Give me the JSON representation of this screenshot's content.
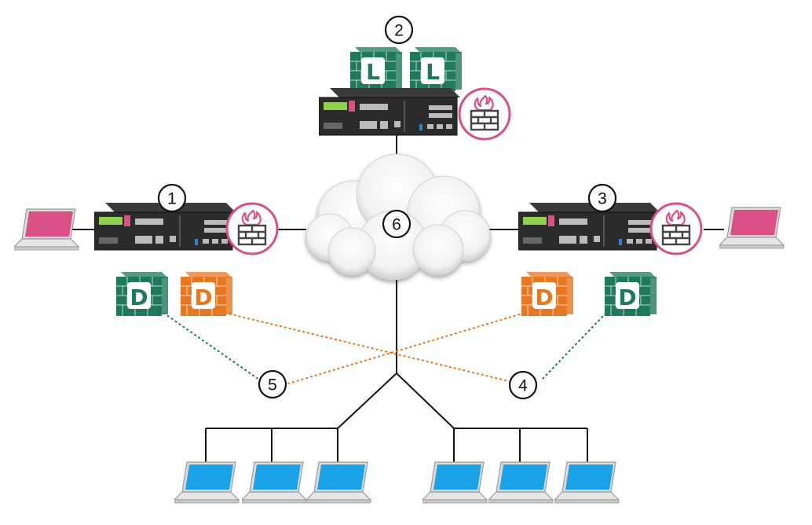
{
  "diagram": {
    "callouts": [
      {
        "id": "c1",
        "label": "1"
      },
      {
        "id": "c2",
        "label": "2"
      },
      {
        "id": "c3",
        "label": "3"
      },
      {
        "id": "c4",
        "label": "4"
      },
      {
        "id": "c5",
        "label": "5"
      },
      {
        "id": "c6",
        "label": "6"
      }
    ],
    "log_servers": [
      {
        "letter": "L"
      },
      {
        "letter": "L"
      }
    ],
    "domain_servers": [
      {
        "letter": "D",
        "color": "#1f7a5a"
      },
      {
        "letter": "D",
        "color": "#e87722"
      },
      {
        "letter": "D",
        "color": "#e87722"
      },
      {
        "letter": "D",
        "color": "#1f7a5a"
      }
    ],
    "colors": {
      "domain_green": "#1f7a5a",
      "domain_orange": "#e87722",
      "firewall_pink": "#d94f86",
      "admin_laptop": "#d94f86",
      "client_laptop": "#1aa3e8",
      "line": "#111111"
    },
    "icons": [
      "firewall-icon",
      "gateway-appliance-icon",
      "cloud-icon",
      "laptop-icon",
      "server-icon"
    ]
  }
}
